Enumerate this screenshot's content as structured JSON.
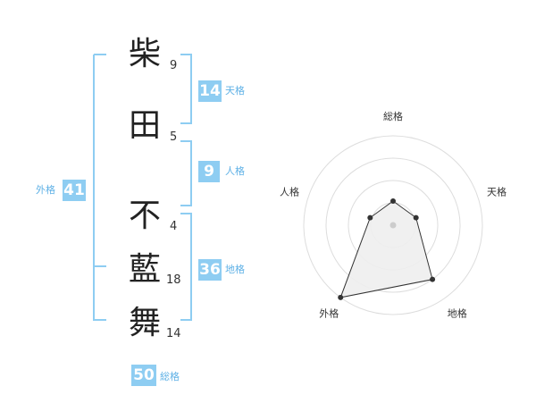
{
  "name": {
    "characters": [
      {
        "char": "柴",
        "strokes": "9"
      },
      {
        "char": "田",
        "strokes": "5"
      },
      {
        "char": "不",
        "strokes": "4"
      },
      {
        "char": "藍",
        "strokes": "18"
      },
      {
        "char": "舞",
        "strokes": "14"
      }
    ]
  },
  "kakusu": {
    "tenkaku": {
      "value": "14",
      "label": "天格"
    },
    "jinkaku": {
      "value": "9",
      "label": "人格"
    },
    "chikaku": {
      "value": "36",
      "label": "地格"
    },
    "gaikaku": {
      "value": "41",
      "label": "外格"
    },
    "soukaku": {
      "value": "50",
      "label": "総格"
    }
  },
  "colors": {
    "accent": "#8ecdf2",
    "accent_text": "#5fb1e6",
    "bracket": "#8ecdf2"
  },
  "chart_data": {
    "type": "radar",
    "axes": [
      "総格",
      "天格",
      "地格",
      "外格",
      "人格"
    ],
    "values": [
      0.27,
      0.27,
      0.75,
      1.0,
      0.27
    ],
    "range": [
      0,
      1
    ],
    "rings": 4,
    "fill": "#eeeeee",
    "stroke": "#333333"
  }
}
